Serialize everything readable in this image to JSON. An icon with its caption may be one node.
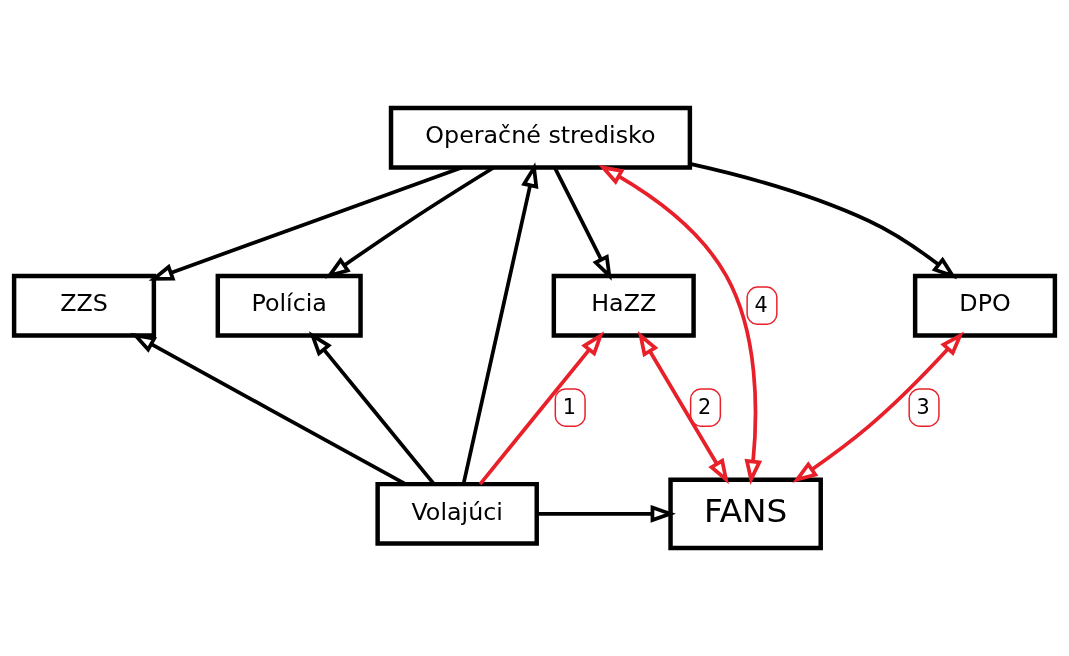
{
  "diagram": {
    "nodes": [
      {
        "text": [
          "Operačné stredisko"
        ]
      },
      {
        "text": [
          "DPO"
        ]
      },
      {
        "text": [
          "HaZZ"
        ]
      },
      {
        "text": [
          "ZZS"
        ]
      },
      {
        "text": [
          "Polícia"
        ]
      },
      {
        "text": [
          "Volajúci"
        ]
      },
      {
        "text": [
          "FANS"
        ]
      }
    ],
    "edges": [
      {
        "from": 0,
        "to": 1,
        "arrow": "to"
      },
      {
        "from": 0,
        "to": 2,
        "arrow": "to"
      },
      {
        "from": 0,
        "to": 3,
        "arrow": "to"
      },
      {
        "from": 0,
        "to": 4,
        "arrow": "to"
      },
      {
        "from": 5,
        "to": 0,
        "arrow": "to"
      },
      {
        "from": 5,
        "to": 3,
        "arrow": "to"
      },
      {
        "from": 5,
        "to": 4,
        "arrow": "to"
      },
      {
        "from": 5,
        "to": 2,
        "arrow": "to",
        "label": "1",
        "color": "#e8202a"
      },
      {
        "from": 5,
        "to": 6,
        "arrow": "to"
      },
      {
        "from": 6,
        "to": 1,
        "arrow": "both",
        "label": "3",
        "color": "#e8202a"
      },
      {
        "from": 6,
        "to": 2,
        "arrow": "both",
        "label": "2",
        "color": "#e8202a"
      },
      {
        "from": 6,
        "to": 0,
        "arrow": "both",
        "label": "4",
        "color": "#e8202a"
      }
    ]
  }
}
